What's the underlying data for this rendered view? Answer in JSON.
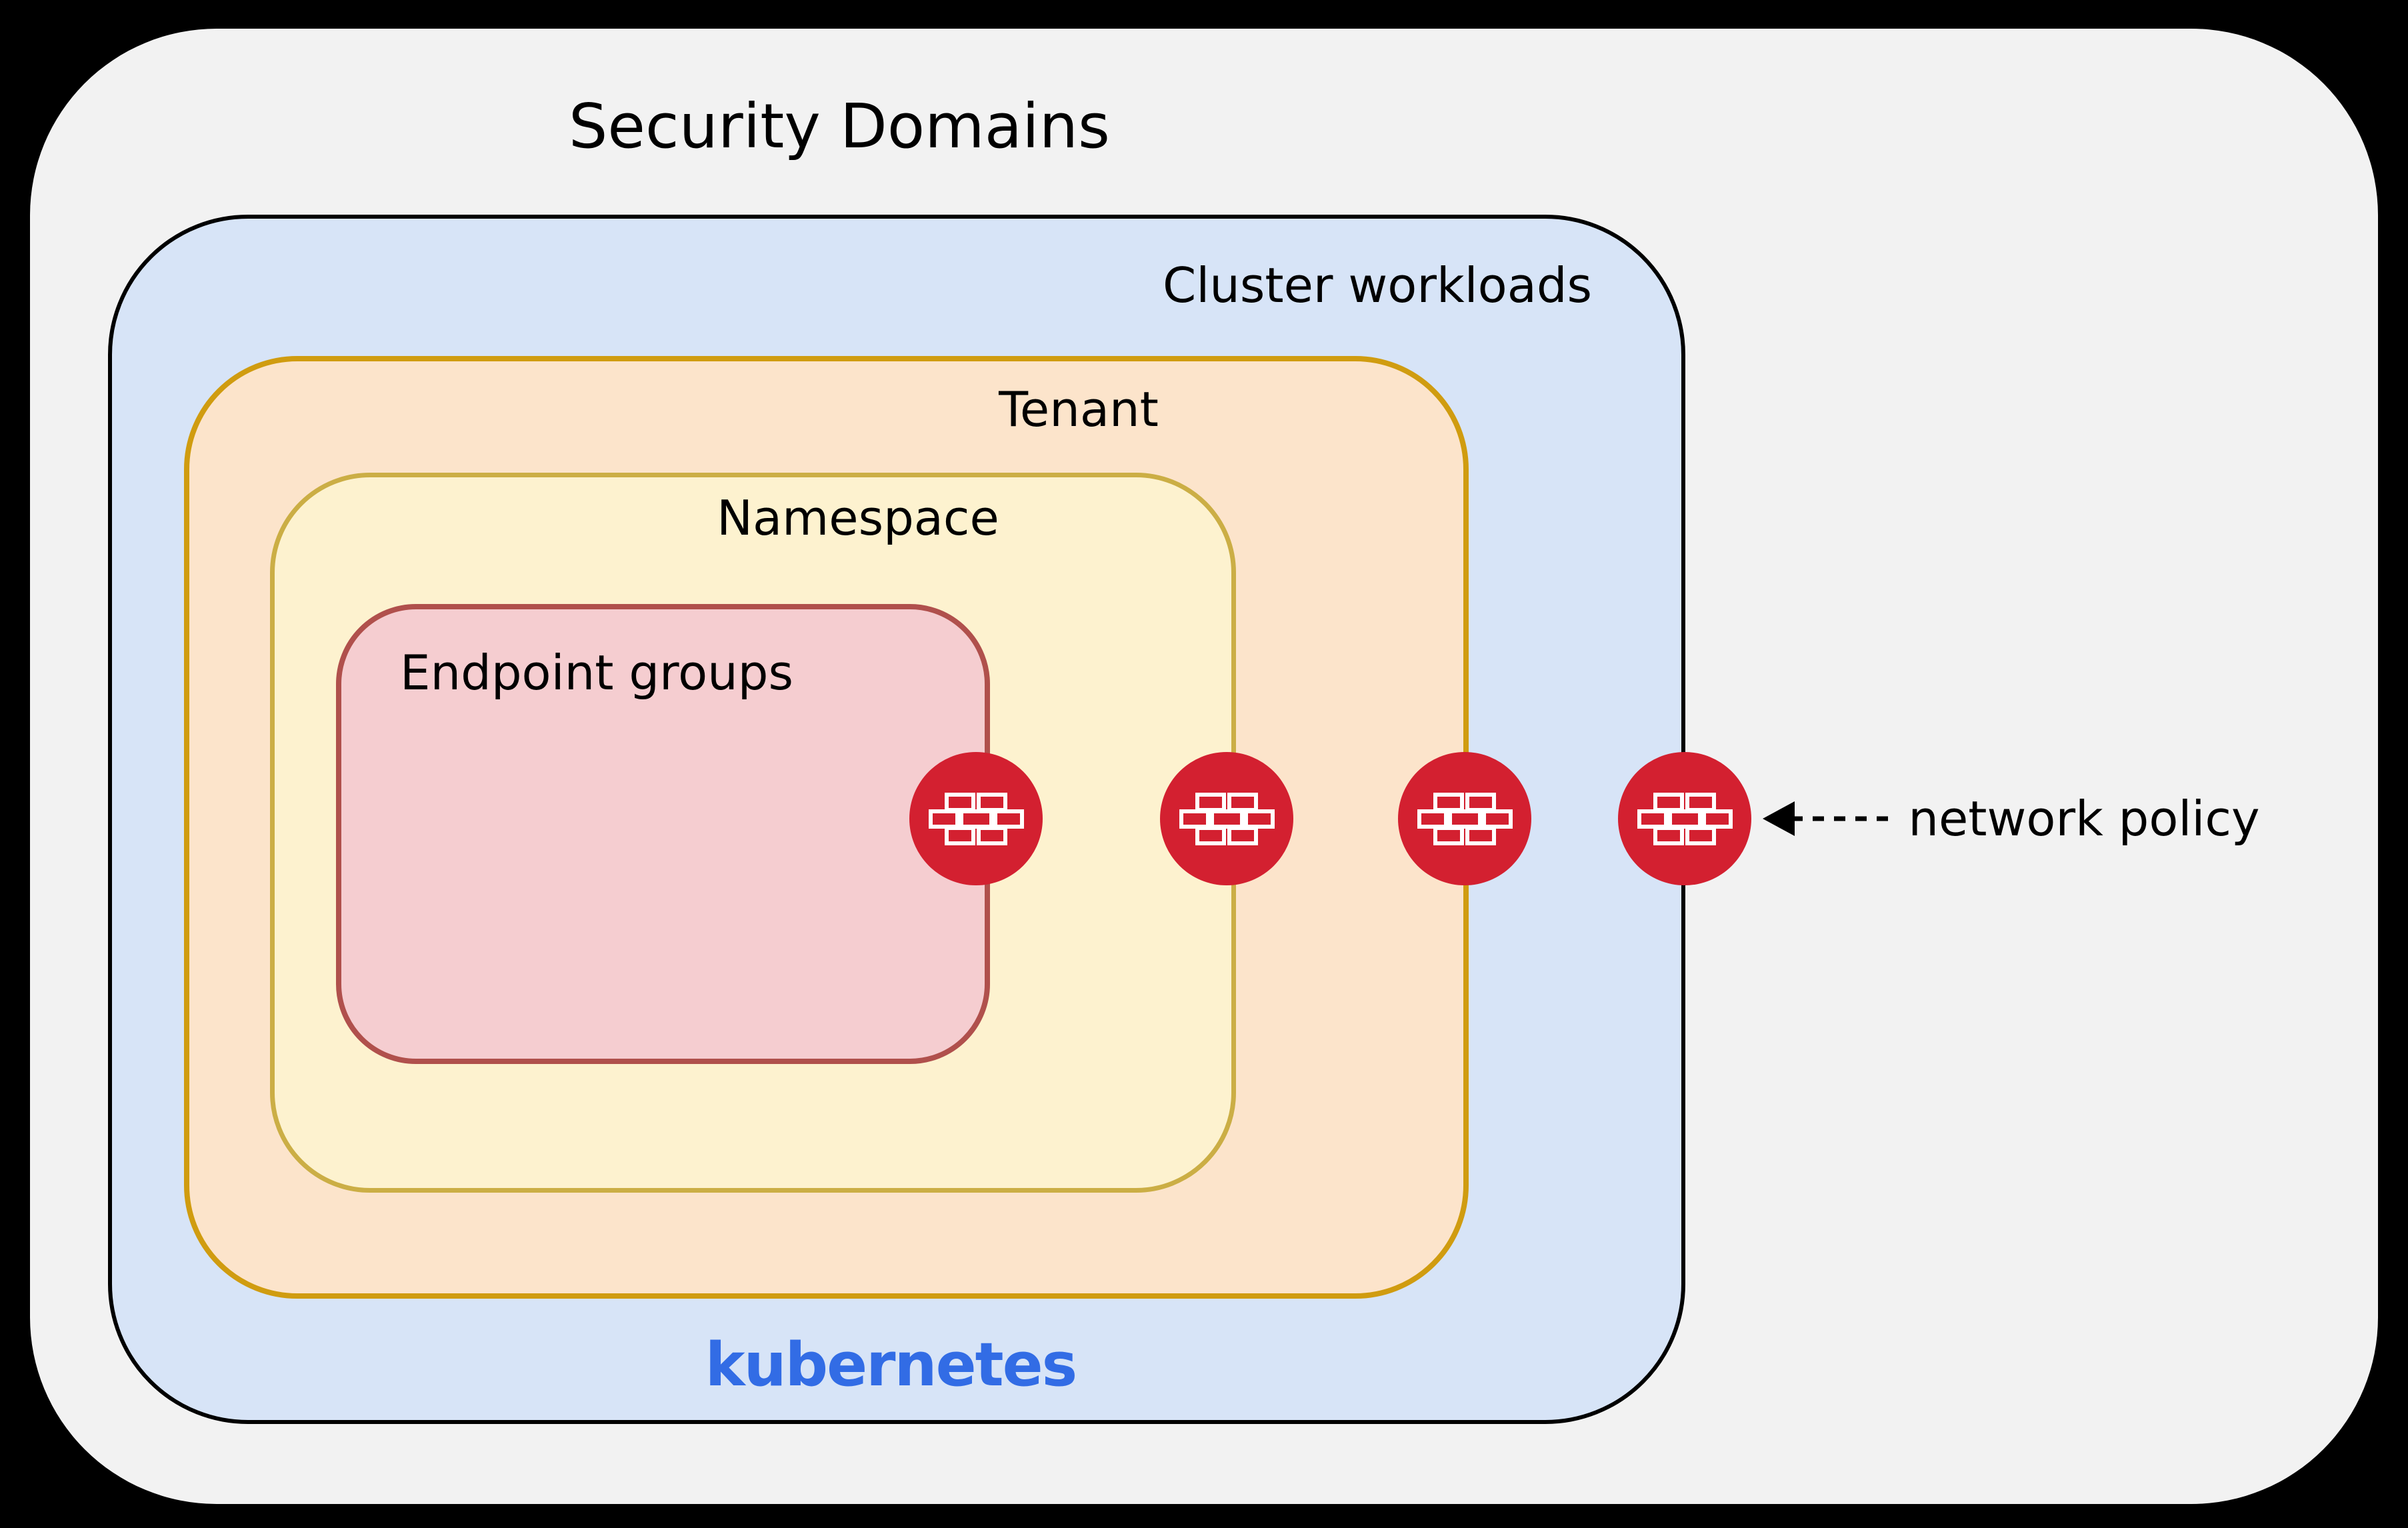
{
  "title": "Security Domains",
  "boxes": {
    "cluster": {
      "label": "Cluster workloads",
      "brand": "kubernetes"
    },
    "tenant": {
      "label": "Tenant"
    },
    "namespace": {
      "label": "Namespace"
    },
    "endpoint_groups": {
      "label": "Endpoint groups"
    }
  },
  "annotation": {
    "label": "network policy",
    "arrow_icon": "dashed-arrow-left-icon"
  },
  "firewalls": {
    "icon": "firewall-brick-icon",
    "count": 4
  },
  "colors": {
    "background": "#000000",
    "container": "#f2f2f2",
    "cluster_fill": "#d7e4f7",
    "cluster_border": "#000000",
    "tenant_fill": "#fce4cb",
    "tenant_border": "#d09c10",
    "namespace_fill": "#fdf2cf",
    "namespace_border": "#cbae45",
    "endpoint_fill": "#f5cdd0",
    "endpoint_border": "#b0504c",
    "firewall_red": "#d32030",
    "kubernetes_blue": "#326ce5",
    "text": "#000000"
  }
}
